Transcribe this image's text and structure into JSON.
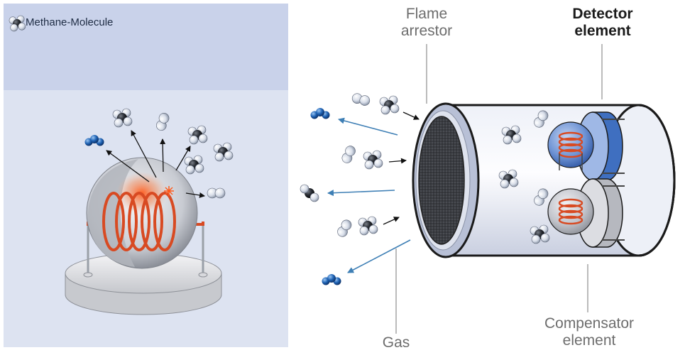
{
  "legend": {
    "label": "Methane-Molecule"
  },
  "labels": {
    "flame_arrestor": [
      "Flame",
      "arrestor"
    ],
    "detector_element": [
      "Detector",
      "element"
    ],
    "gas": "Gas",
    "compensator_element": [
      "Compensator",
      "element"
    ]
  },
  "colors": {
    "left_panel_top": "#c9d2ea",
    "left_panel_bottom": "#dde3f1",
    "arrow_blue": "#3e7fb5",
    "coil_orange": "#d84a22",
    "detector_blue": "#3f6fc0",
    "molecule_blue": "#1f63b4"
  }
}
